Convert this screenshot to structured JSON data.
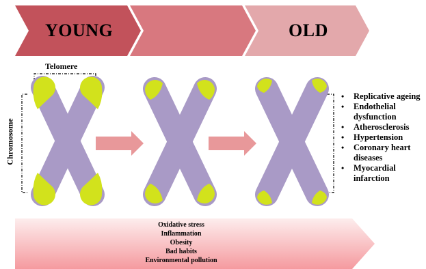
{
  "banner": {
    "left_text": "YOUNG",
    "middle_text": "",
    "right_text": "OLD"
  },
  "labels": {
    "telomere": "Telomere",
    "chromosome": "Chromosome"
  },
  "diseases": [
    "Replicative ageing",
    "Endothelial dysfunction",
    "Atherosclerosis",
    "Hypertension",
    "Coronary heart diseases",
    "Myocardial infarction"
  ],
  "factors": [
    "Oxidative stress",
    "Inflammation",
    "Obesity",
    "Bad habits",
    "Environmental pollution"
  ],
  "colors": {
    "arrow_dark": "#c2525b",
    "arrow_mid": "#d8787f",
    "arrow_light": "#e3a8ab",
    "chromosome_body": "#a99ac6",
    "telomere": "#d2e21c",
    "progress_arrow": "#e8989a",
    "factor_top": "#fdeded",
    "factor_bottom": "#f59a9f"
  }
}
